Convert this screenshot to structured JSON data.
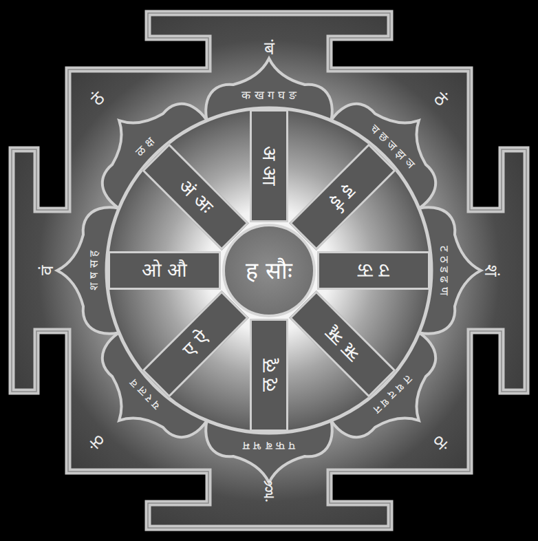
{
  "diagram": {
    "nodes": [
      {
        "text": [
          "बं",
          "ठं",
          "शं",
          "ठं",
          "हूं",
          "ठं",
          "वं",
          "ठं"
        ]
      },
      {
        "text": [
          "क ख ग घ ङ"
        ],
        "in": 0
      },
      {
        "text": [
          "च छ ज झ ञ"
        ],
        "in": 0
      },
      {
        "text": [
          "ट ठ ड ढ ण"
        ],
        "in": 0
      },
      {
        "text": [
          "त थ द ध न"
        ],
        "in": 0
      },
      {
        "text": [
          "प फ ब भ म"
        ],
        "in": 0
      },
      {
        "text": [
          "य र ल व"
        ],
        "in": 0
      },
      {
        "text": [
          "श ष स ह"
        ],
        "in": 0
      },
      {
        "text": [
          "ळ क्ष"
        ],
        "in": 0
      },
      {
        "text": [
          "अ आ"
        ],
        "in": 0
      },
      {
        "text": [
          "इ ई"
        ],
        "in": 0
      },
      {
        "text": [
          "उ ऊ"
        ],
        "in": 0
      },
      {
        "text": [
          "ऋ ॠ"
        ],
        "in": 0
      },
      {
        "text": [
          "ऌ ॡ"
        ],
        "in": 0
      },
      {
        "text": [
          "ए ऐ"
        ],
        "in": 0
      },
      {
        "text": [
          "ओ औ"
        ],
        "in": 0
      },
      {
        "text": [
          "अं अः"
        ],
        "in": 0
      },
      {
        "text": [
          "ह सौः"
        ],
        "in": 0
      }
    ]
  }
}
